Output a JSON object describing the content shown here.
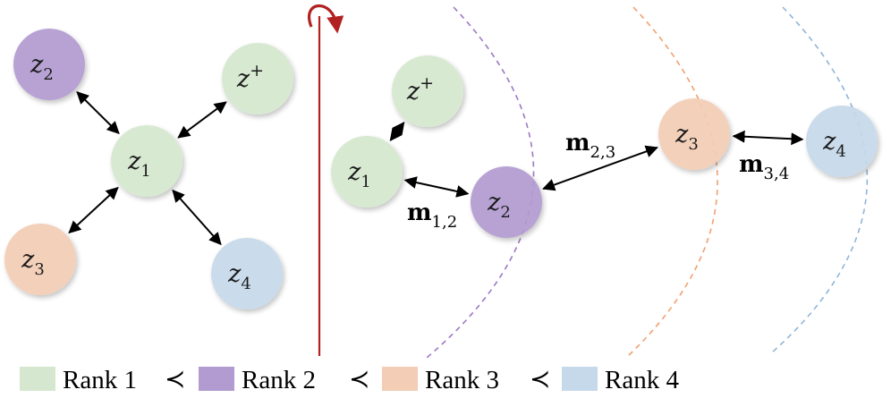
{
  "colors": {
    "rank1": "#d5e8cf",
    "rank2": "#b19bd0",
    "rank3": "#f3cdb5",
    "rank4": "#c6d9ea",
    "divider": "#b22222",
    "rotate_arrow": "#b22222",
    "ring_rank2": "#9b78c4",
    "ring_rank3": "#f0a070",
    "ring_rank4": "#8fb5d9"
  },
  "left_graph": {
    "nodes": [
      {
        "id": "z2",
        "base": "z",
        "sub": "2",
        "rank": "rank2"
      },
      {
        "id": "zplus",
        "base": "z",
        "sup": "+",
        "rank": "rank1"
      },
      {
        "id": "z1",
        "base": "z",
        "sub": "1",
        "rank": "rank1"
      },
      {
        "id": "z3",
        "base": "z",
        "sub": "3",
        "rank": "rank3"
      },
      {
        "id": "z4",
        "base": "z",
        "sub": "4",
        "rank": "rank4"
      }
    ],
    "edges": [
      [
        "z1",
        "z2"
      ],
      [
        "z1",
        "zplus"
      ],
      [
        "z1",
        "z3"
      ],
      [
        "z1",
        "z4"
      ]
    ]
  },
  "right_graph": {
    "nodes": [
      {
        "id": "zplus",
        "base": "z",
        "sup": "+",
        "rank": "rank1"
      },
      {
        "id": "z1",
        "base": "z",
        "sub": "1",
        "rank": "rank1"
      },
      {
        "id": "z2",
        "base": "z",
        "sub": "2",
        "rank": "rank2"
      },
      {
        "id": "z3",
        "base": "z",
        "sub": "3",
        "rank": "rank3"
      },
      {
        "id": "z4",
        "base": "z",
        "sub": "4",
        "rank": "rank4"
      }
    ],
    "edges": [
      {
        "from": "zplus",
        "to": "z1",
        "label": null
      },
      {
        "from": "z1",
        "to": "z2",
        "label": {
          "base": "m",
          "sub": "1,2"
        }
      },
      {
        "from": "z2",
        "to": "z3",
        "label": {
          "base": "m",
          "sub": "2,3"
        }
      },
      {
        "from": "z3",
        "to": "z4",
        "label": {
          "base": "m",
          "sub": "3,4"
        }
      }
    ]
  },
  "legend": {
    "items": [
      {
        "label": "Rank 1",
        "rank": "rank1"
      },
      {
        "label": "Rank 2",
        "rank": "rank2"
      },
      {
        "label": "Rank 3",
        "rank": "rank3"
      },
      {
        "label": "Rank 4",
        "rank": "rank4"
      }
    ],
    "separator": "≺"
  }
}
